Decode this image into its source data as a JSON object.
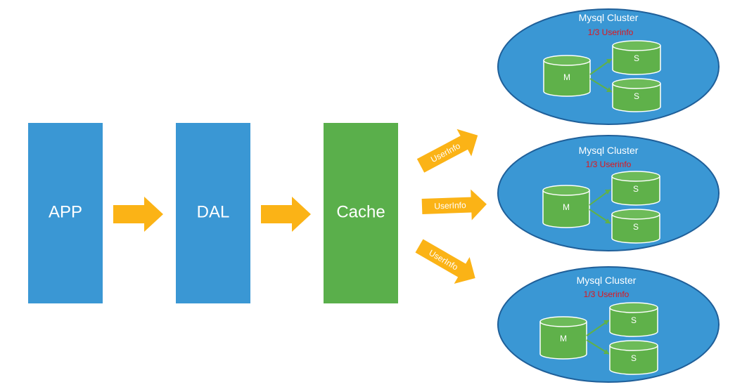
{
  "colors": {
    "block_blue": "#3a97d4",
    "cache_green": "#5aaf4b",
    "arrow_orange": "#fbb316",
    "ellipse_blue": "#3a97d4",
    "ellipse_stroke": "#1f5f99",
    "cyl_green": "#5fb14a",
    "cyl_top": "#6dbb59",
    "cyl_stroke": "#ffffff",
    "subtitle_red": "#e1141b"
  },
  "blocks": {
    "app": "APP",
    "dal": "DAL",
    "cache": "Cache"
  },
  "arrows": {
    "top_label": "UserInfo",
    "mid_label": "UserInfo",
    "bottom_label": "UserInfo"
  },
  "clusters": [
    {
      "title": "Mysql Cluster",
      "subtitle": "1/3 Userinfo",
      "master": "M",
      "slave1": "S",
      "slave2": "S"
    },
    {
      "title": "Mysql Cluster",
      "subtitle": "1/3 Userinfo",
      "master": "M",
      "slave1": "S",
      "slave2": "S"
    },
    {
      "title": "Mysql Cluster",
      "subtitle": "1/3 Userinfo",
      "master": "M",
      "slave1": "S",
      "slave2": "S"
    }
  ]
}
